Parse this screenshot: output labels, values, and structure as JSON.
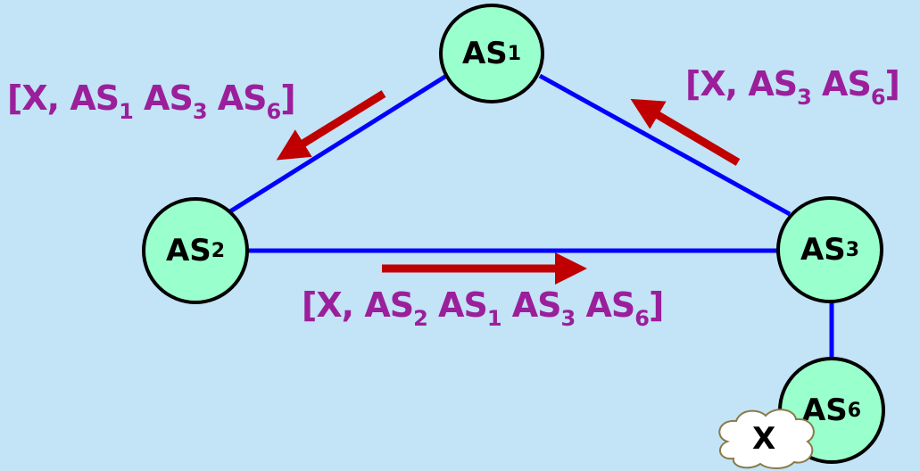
{
  "colors": {
    "background": "#c3e3f7",
    "link": "#0000ff",
    "arrow": "#c00000",
    "node": "#99ffcc",
    "label": "#9b1f9b"
  },
  "nodes": {
    "as1": {
      "name": "AS",
      "sub": "1"
    },
    "as2": {
      "name": "AS",
      "sub": "2"
    },
    "as3": {
      "name": "AS",
      "sub": "3"
    },
    "as6": {
      "name": "AS",
      "sub": "6"
    }
  },
  "prefix": "X",
  "labels": {
    "as1_to_as2": {
      "parts": [
        {
          "t": "[X, AS"
        },
        {
          "s": "1"
        },
        {
          "t": " AS"
        },
        {
          "s": "3"
        },
        {
          "t": " AS"
        },
        {
          "s": "6"
        },
        {
          "t": "]"
        }
      ]
    },
    "as3_to_as1": {
      "parts": [
        {
          "t": "[X, AS"
        },
        {
          "s": "3"
        },
        {
          "t": " AS"
        },
        {
          "s": "6"
        },
        {
          "t": "]"
        }
      ]
    },
    "as2_to_as3": {
      "parts": [
        {
          "t": "[X, AS"
        },
        {
          "s": "2"
        },
        {
          "t": " AS"
        },
        {
          "s": "1"
        },
        {
          "t": " AS"
        },
        {
          "s": "3"
        },
        {
          "t": " AS"
        },
        {
          "s": "6"
        },
        {
          "t": "]"
        }
      ]
    }
  }
}
